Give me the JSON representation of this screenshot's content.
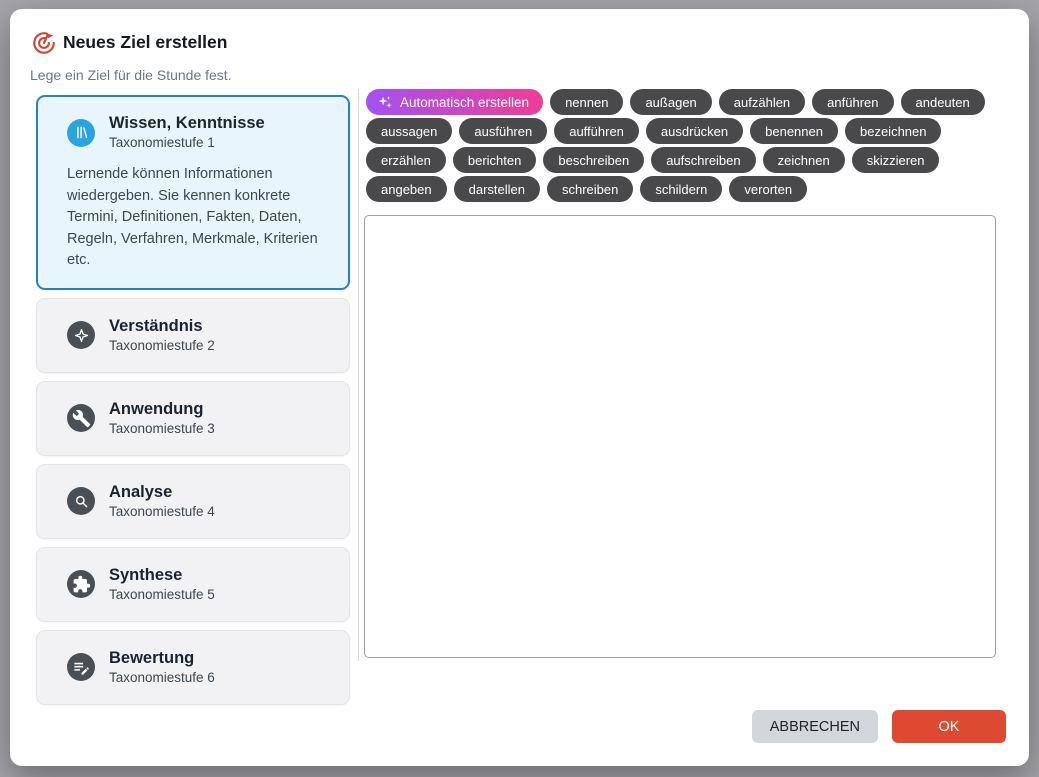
{
  "dialog": {
    "title": "Neues Ziel erstellen",
    "subtitle": "Lege ein Ziel für die Stunde fest."
  },
  "taxonomy": {
    "items": [
      {
        "title": "Wissen, Kenntnisse",
        "level": "Taxonomiestufe 1",
        "description": "Lernende können Informationen wiedergeben. Sie kennen konkrete Termini, Definitionen, Fakten, Daten, Regeln, Verfahren, Merkmale, Kriterien etc.",
        "icon": "books-icon",
        "selected": true
      },
      {
        "title": "Verständnis",
        "level": "Taxonomiestufe 2",
        "icon": "compass-star-icon",
        "selected": false
      },
      {
        "title": "Anwendung",
        "level": "Taxonomiestufe 3",
        "icon": "wrench-icon",
        "selected": false
      },
      {
        "title": "Analyse",
        "level": "Taxonomiestufe 4",
        "icon": "magnifier-icon",
        "selected": false
      },
      {
        "title": "Synthese",
        "level": "Taxonomiestufe 5",
        "icon": "puzzle-icon",
        "selected": false
      },
      {
        "title": "Bewertung",
        "level": "Taxonomiestufe 6",
        "icon": "note-edit-icon",
        "selected": false
      }
    ]
  },
  "verbs": {
    "auto_button_label": "Automatisch erstellen",
    "chips": [
      "nennen",
      "außagen",
      "aufzählen",
      "anführen",
      "andeuten",
      "aussagen",
      "ausführen",
      "aufführen",
      "ausdrücken",
      "benennen",
      "bezeichnen",
      "erzählen",
      "berichten",
      "beschreiben",
      "aufschreiben",
      "zeichnen",
      "skizzieren",
      "angeben",
      "darstellen",
      "schreiben",
      "schildern",
      "verorten"
    ]
  },
  "editor": {
    "value": "",
    "placeholder": ""
  },
  "footer": {
    "cancel_label": "ABBRECHEN",
    "ok_label": "OK"
  },
  "colors": {
    "selected_border": "#2a80c2",
    "selected_bg": "#e9f5fc",
    "icon_circle_selected": "#2ba3dc",
    "icon_circle_default": "#4a4f55",
    "chip_bg": "#49494b",
    "auto_gradient_start": "#a352f0",
    "auto_gradient_end": "#ee3e95",
    "ok_bg": "#de4a31",
    "cancel_bg": "#d3d6da",
    "goal_icon_red": "#cd4733"
  }
}
